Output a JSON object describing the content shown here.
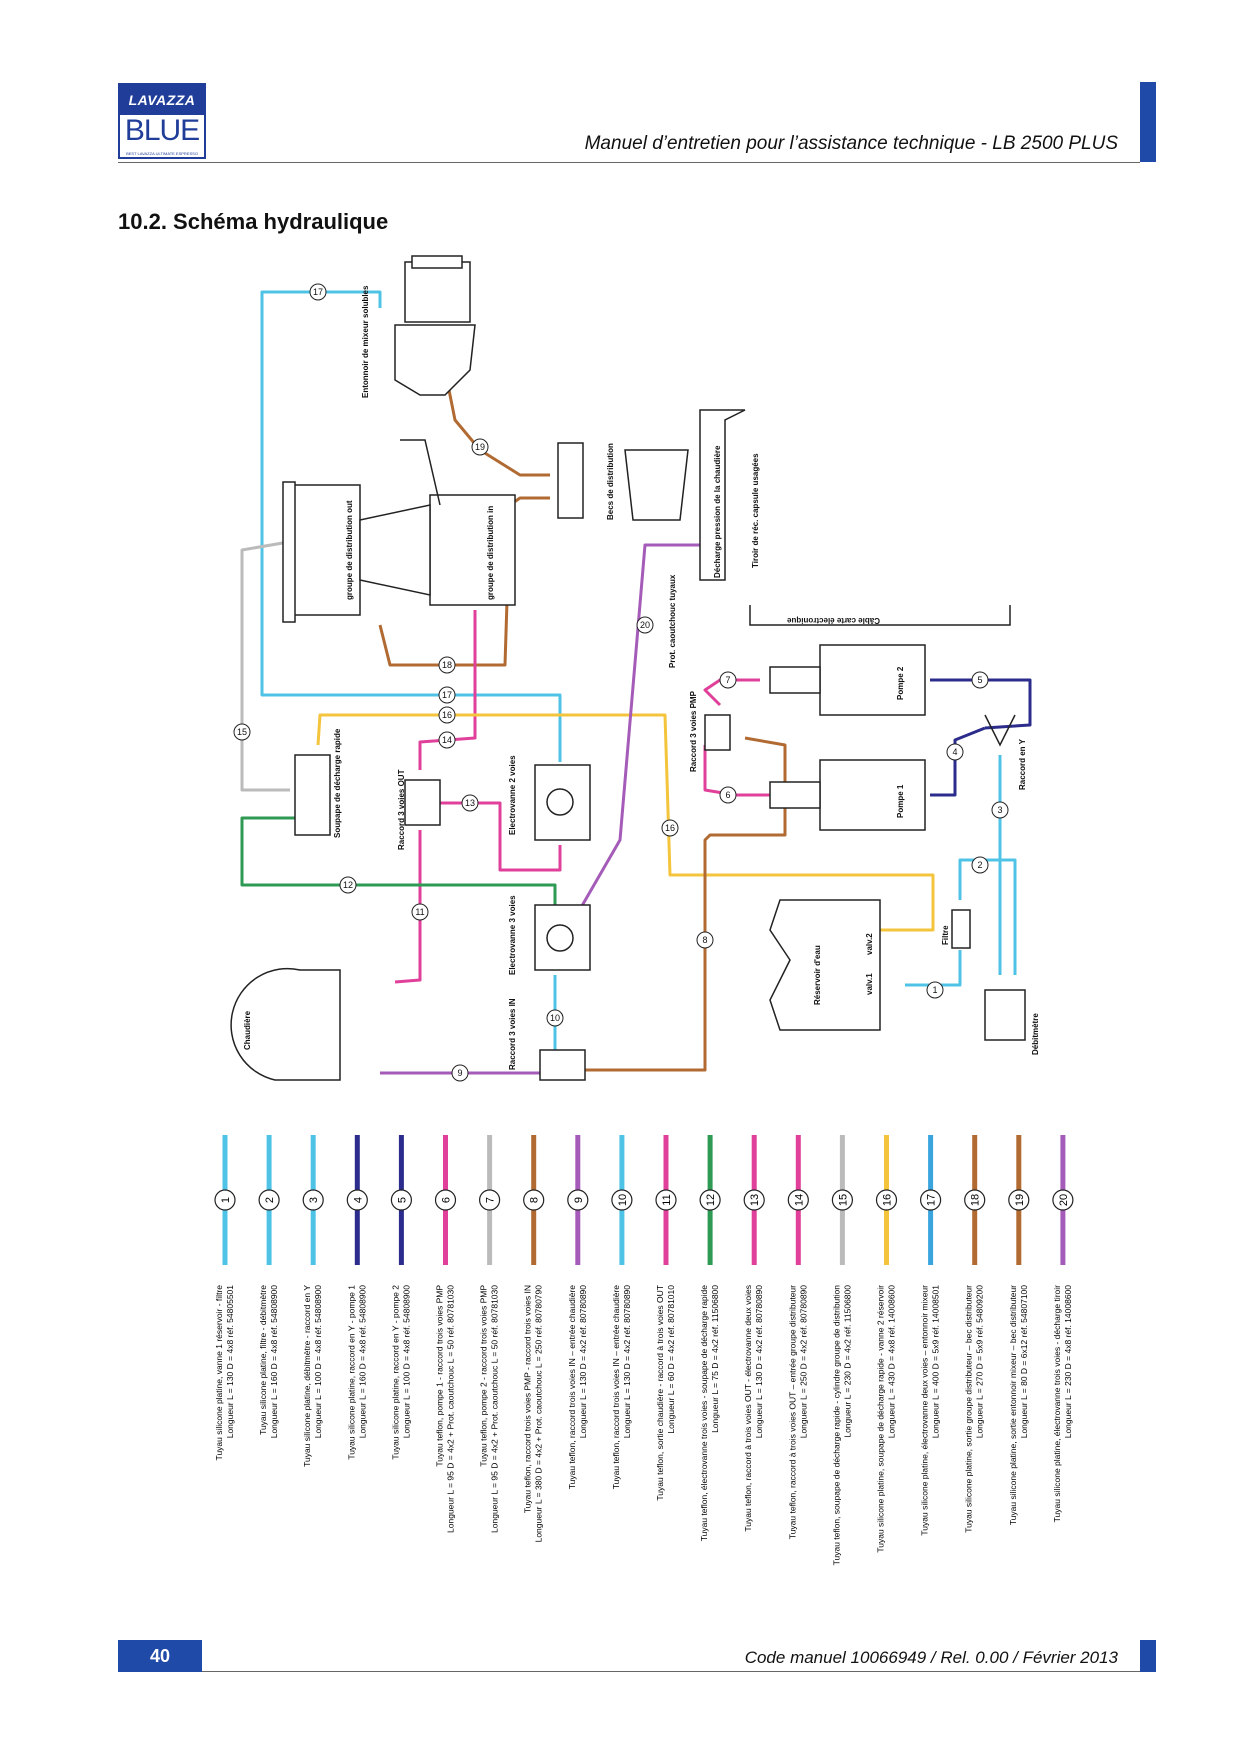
{
  "header": {
    "logo_brand": "LAVAZZA",
    "logo_product": "BLUE",
    "logo_tagline": "BEST LAVAZZA ULTIMATE ESPRESSO",
    "title": "Manuel d’entretien pour l’assistance technique - LB 2500 PLUS"
  },
  "section": {
    "title": "10.2.  Schéma hydraulique"
  },
  "diagram_labels": {
    "entonnoir": "Entonnoir de mixeur solubles",
    "groupe_out": "groupe de distribution out",
    "groupe_in": "groupe de distribution in",
    "becs": "Becs de distribution",
    "decharge": "Décharge pression de la chaudière",
    "tiroir": "Tiroir de réc. capsule usagées",
    "prot": "Prot. caoutchouc tuyaux",
    "cable": "Câble carte électronique",
    "pompe2": "Pompe 2",
    "pompe1": "Pompe 1",
    "raccord_pmp": "Raccord 3 voies PMP",
    "raccord_y": "Raccord en Y",
    "soupape": "Soupape de décharge rapide",
    "raccord_out": "Raccord 3 voies OUT",
    "ev2": "Electrovanne 2 voies",
    "ev3": "Electrovanne 3 voies",
    "chaudiere": "Chaudière",
    "raccord_in": "Raccord 3 voies IN",
    "reservoir": "Réservoir d'eau",
    "valv1": "valv.1",
    "valv2": "valv.2",
    "filtre": "Filtre",
    "debitmetre": "Débitmètre"
  },
  "legend": [
    {
      "num": "1",
      "color": "#4fc3e6",
      "line1": "Tuyau silicone platine, vanne 1 réservoir - filtre",
      "line2": "Longueur L = 130 D = 4x8 réf. 54805501"
    },
    {
      "num": "2",
      "color": "#4fc3e6",
      "line1": "Tuyau silicone platine, filtre - débitmètre",
      "line2": "Longueur L = 160 D = 4x8 réf. 54808900"
    },
    {
      "num": "3",
      "color": "#4fc3e6",
      "line1": "Tuyau silicone platine, débitmètre - raccord en Y",
      "line2": "Longueur L = 100 D = 4x8 réf. 54808900"
    },
    {
      "num": "4",
      "color": "#2c2c8c",
      "line1": "Tuyau silicone platine, raccord en Y - pompe 1",
      "line2": "Longueur L = 160 D = 4x8 réf. 54808900"
    },
    {
      "num": "5",
      "color": "#2c2c8c",
      "line1": "Tuyau silicone platine, raccord en Y - pompe 2",
      "line2": "Longueur L = 100 D = 4x8 réf. 54808900"
    },
    {
      "num": "6",
      "color": "#e0409a",
      "line1": "Tuyau teflon, pompe 1 - raccord trois voies PMP",
      "line2": "Longueur L = 95 D = 4x2 + Prot. caoutchouc L = 50 réf. 80781030"
    },
    {
      "num": "7",
      "color": "#bbbbbb",
      "line1": "Tuyau teflon, pompe 2 - raccord trois voies PMP",
      "line2": "Longueur L = 95 D = 4x2 + Prot. caoutchouc L = 50 réf. 80781030"
    },
    {
      "num": "8",
      "color": "#b06a32",
      "line1": "Tuyau teflon, raccord trois voies PMP - raccord trois voies IN",
      "line2": "Longueur L = 380 D = 4x2 + Prot. caoutchouc L = 250 réf. 80780790"
    },
    {
      "num": "9",
      "color": "#a55bb8",
      "line1": "Tuyau teflon, raccord trois voies IN – entrée chaudière",
      "line2": "Longueur L = 130 D = 4x2 réf. 80780890"
    },
    {
      "num": "10",
      "color": "#4fc3e6",
      "line1": "Tuyau teflon, raccord trois voies IN – entrée chaudière",
      "line2": "Longueur L = 130 D = 4x2 réf. 80780890"
    },
    {
      "num": "11",
      "color": "#e0409a",
      "line1": "Tuyau teflon, sortie chaudière - raccord à trois voies OUT",
      "line2": "Longueur L = 60 D = 4x2 réf. 80781010"
    },
    {
      "num": "12",
      "color": "#2e9a54",
      "line1": "Tuyau teflon, électrovanne trois voies - soupape de décharge rapide",
      "line2": "Longueur L = 75 D = 4x2 réf. 11506800"
    },
    {
      "num": "13",
      "color": "#e0409a",
      "line1": "Tuyau teflon, raccord à trois voies OUT - électrovanne deux voies",
      "line2": "Longueur L = 130 D = 4x2 réf. 80780890"
    },
    {
      "num": "14",
      "color": "#e0409a",
      "line1": "Tuyau teflon, raccord à trois voies OUT – entrée groupe distributeur",
      "line2": "Longueur L = 250 D = 4x2 réf. 80780890"
    },
    {
      "num": "15",
      "color": "#bbbbbb",
      "line1": "Tuyau teflon, soupape de décharge rapide - cylindre groupe de distribution",
      "line2": "Longueur L = 230 D = 4x2 réf. 11506800"
    },
    {
      "num": "16",
      "color": "#f3c43c",
      "line1": "Tuyau silicone platine, soupape de décharge rapide - vanne 2 réservoir",
      "line2": "Longueur L = 430 D = 4x8 réf. 14008600"
    },
    {
      "num": "17",
      "color": "#3aa4dc",
      "line1": "Tuyau silicone platine, électrovanne deux voies – entonnoir mixeur",
      "line2": "Longueur L = 400 D = 5x9 réf. 14008501"
    },
    {
      "num": "18",
      "color": "#b06a32",
      "line1": "Tuyau silicone platine, sortie groupe distributeur – bec distributeur",
      "line2": "Longueur L = 270 D = 5x9 réf. 54809200"
    },
    {
      "num": "19",
      "color": "#b06a32",
      "line1": "Tuyau silicone platine, sortie entonnoir mixeur – bec distributeur",
      "line2": "Longueur L = 80 D = 6x12 réf. 54807100"
    },
    {
      "num": "20",
      "color": "#a55bb8",
      "line1": "Tuyau silicone platine, électrovanne trois voies - décharge tiroir",
      "line2": "Longueur L = 230 D = 4x8 réf. 14008600"
    }
  ],
  "footer": {
    "page_number": "40",
    "code": "Code manuel 10066949 / Rel. 0.00 / Février 2013"
  }
}
